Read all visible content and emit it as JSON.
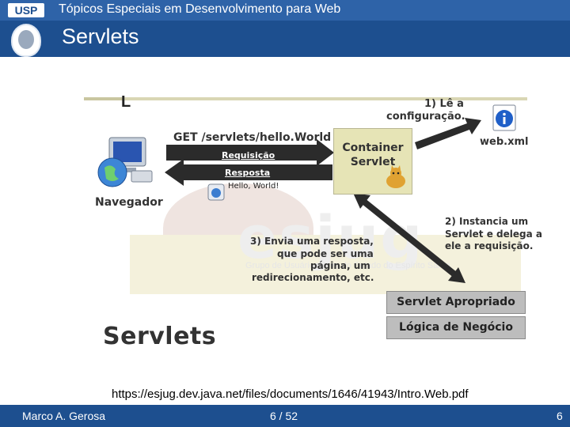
{
  "header": {
    "logo_text": "USP",
    "course": "Tópicos Especiais em Desenvolvimento para Web",
    "title": "Servlets"
  },
  "diagram": {
    "watermark_logo": "esjug",
    "watermark_tagline": "Grupo de Usuários Java do Estado do Espírito Santo",
    "l_mark": "L",
    "request_line": "GET /servlets/hello.World",
    "requisicao": "Requisição",
    "resposta": "Resposta",
    "hello_text": "Hello, World!",
    "navegador": "Navegador",
    "container_line1": "Container",
    "container_line2": "Servlet",
    "step1_line1": "1) Lê a",
    "step1_line2": "configuração.",
    "webxml": "web.xml",
    "step2_line1": "2) Instancia um",
    "step2_line2": "Servlet e delega a",
    "step2_line3": "ele a requisição.",
    "step3_line1": "3) Envia uma resposta,",
    "step3_line2": "que pode ser uma",
    "step3_line3": "página, um",
    "step3_line4": "redirecionamento, etc.",
    "servlet_apropriado": "Servlet Apropriado",
    "logica_negocio": "Lógica de Negócio",
    "servlets_heading": "Servlets"
  },
  "source_url": "https://esjug.dev.java.net/files/documents/1646/41943/Intro.Web.pdf",
  "footer": {
    "author": "Marco A. Gerosa",
    "page_counter": "6 / 52",
    "page_number": "6"
  },
  "icons": [
    "usp-logo-icon",
    "university-crest-icon",
    "computer-globe-icon",
    "info-icon",
    "tomcat-icon",
    "browser-icon"
  ],
  "colors": {
    "header_bg": "#1d4f8f",
    "container_bg": "#e6e4b6",
    "box_grey": "#bdbdbd",
    "arrow": "#2b2b2b"
  }
}
